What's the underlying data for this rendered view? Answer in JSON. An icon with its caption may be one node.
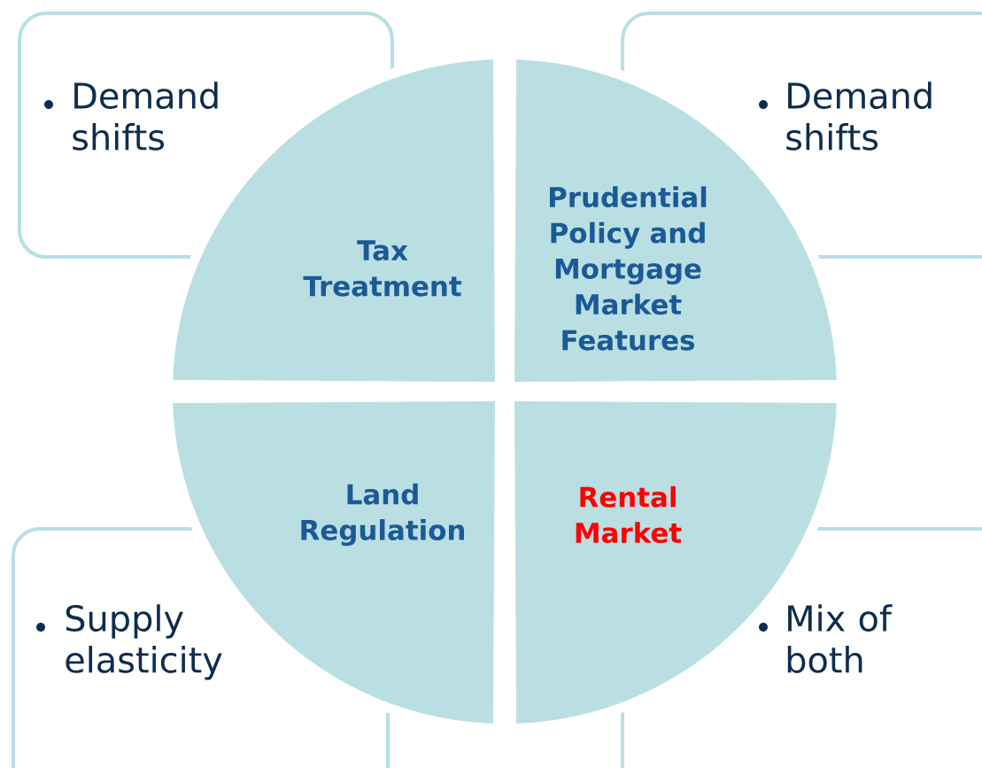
{
  "diagram": {
    "nodes": [
      {
        "text": [
          "Demand shifts"
        ]
      },
      {
        "text": [
          "Demand shifts"
        ]
      },
      {
        "text": [
          "Tax Treatment"
        ]
      },
      {
        "text": [
          "Prudential Policy and Mortgage Market Features"
        ]
      },
      {
        "text": [
          "Land Regulation"
        ]
      },
      {
        "text": [
          "Rental Market"
        ]
      },
      {
        "text": [
          "Supply elasticity"
        ]
      },
      {
        "text": [
          "Mix of both"
        ]
      }
    ],
    "edges": []
  }
}
